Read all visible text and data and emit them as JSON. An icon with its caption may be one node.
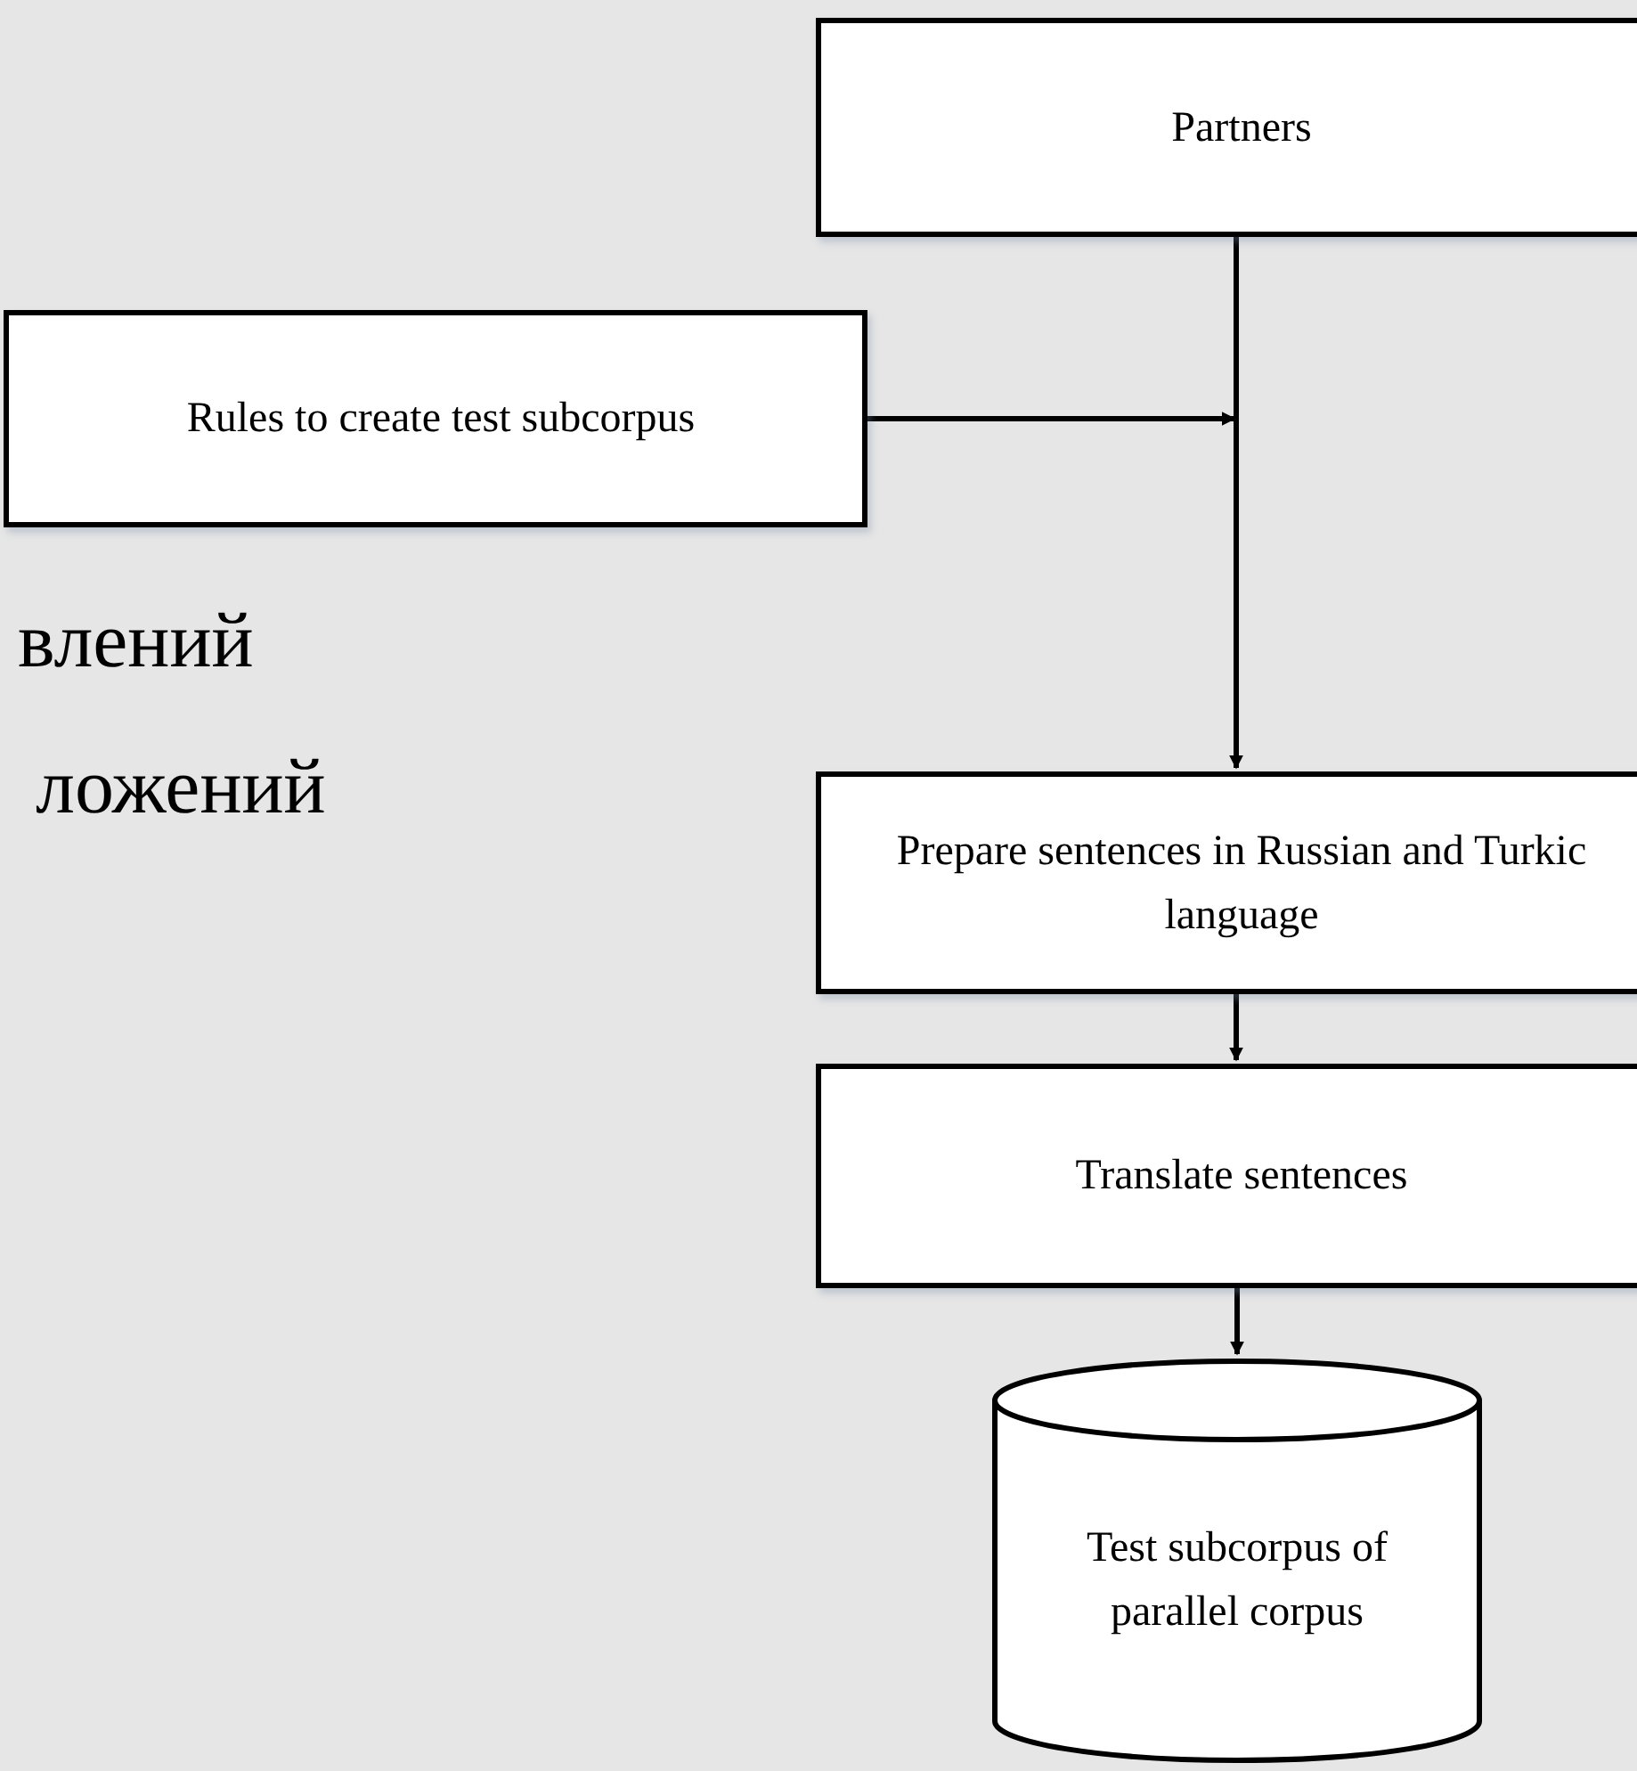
{
  "diagram": {
    "nodes": [
      {
        "text": [
          "Partners"
        ]
      },
      {
        "text": [
          "Rules to create test subcorpus"
        ]
      },
      {
        "text": [
          "Prepare sentences in Russian and Turkic language"
        ]
      },
      {
        "text": [
          "Translate sentences"
        ]
      },
      {
        "text": [
          "Test subcorpus of parallel corpus"
        ]
      }
    ],
    "edges": [
      {
        "from": 0,
        "to": 2,
        "arrow": "to"
      },
      {
        "from": 1,
        "to": 2,
        "arrow": "to"
      },
      {
        "from": 2,
        "to": 3,
        "arrow": "to"
      },
      {
        "from": 3,
        "to": 4,
        "arrow": "to"
      }
    ],
    "labels": [
      "влений",
      "ложений"
    ]
  }
}
